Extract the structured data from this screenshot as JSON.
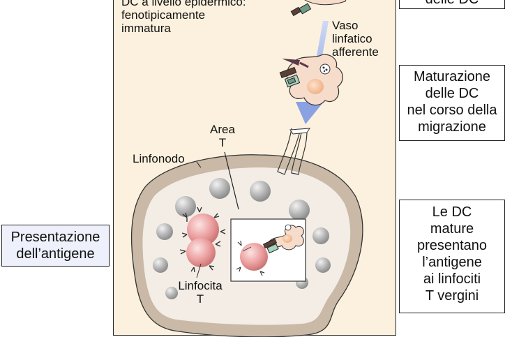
{
  "panel_top_text": {
    "line1": "DC a livello epidermico:",
    "line2": "fenotipicamente",
    "line3": "immatura"
  },
  "vessel_label": [
    "Vaso",
    "linfatico",
    "afferente"
  ],
  "area_label": [
    "Area",
    "T"
  ],
  "node_label": "Linfonodo",
  "lymphocyte_label": [
    "Linfocita",
    "T"
  ],
  "box_top_partial": "delle DC",
  "box_maturation": [
    "Maturazione",
    "delle DC",
    "nel corso della",
    "migrazione"
  ],
  "box_presentation": [
    "Presentazione",
    "dell’antigene"
  ],
  "box_mature": [
    "Le DC",
    "mature",
    "presentano",
    "l’antigene",
    "ai linfociti",
    "T vergini"
  ],
  "colors": {
    "panel_bg": "#fbf1de",
    "node_ring": "#c9b9a6",
    "node_inner": "#f3ede6",
    "lymphocyte": "#e9a2a2",
    "dc_body": "#f6dccb",
    "arrow_blue": "#9fb2e8",
    "follicle_gray": "#b3b3b3"
  }
}
